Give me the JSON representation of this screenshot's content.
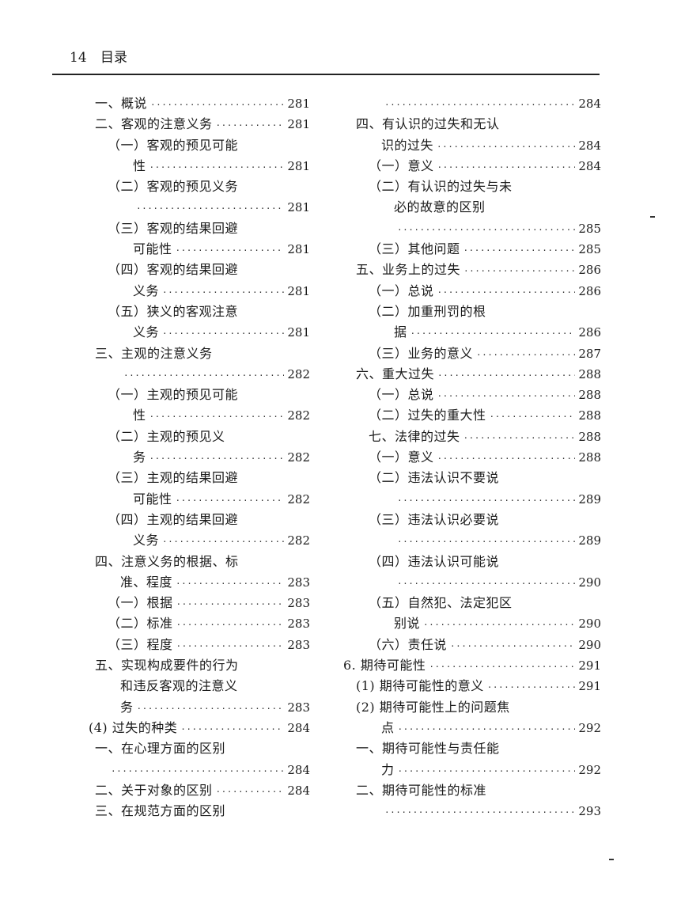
{
  "header": {
    "page_number": "14",
    "title": "目录"
  },
  "left_column": [
    {
      "indent": 0,
      "text": "一、概说",
      "page": "281"
    },
    {
      "indent": 0,
      "text": "二、客观的注意义务",
      "page": "281"
    },
    {
      "indent": 1,
      "text": "（一）客观的预见可能",
      "page": ""
    },
    {
      "indent": 3,
      "text": "性",
      "page": "281"
    },
    {
      "indent": 1,
      "text": "（二）客观的预见义务",
      "page": ""
    },
    {
      "indent": 3,
      "text": "",
      "page": "281"
    },
    {
      "indent": 1,
      "text": "（三）客观的结果回避",
      "page": ""
    },
    {
      "indent": 3,
      "text": "可能性",
      "page": "281"
    },
    {
      "indent": 1,
      "text": "（四）客观的结果回避",
      "page": ""
    },
    {
      "indent": 3,
      "text": "义务",
      "page": "281"
    },
    {
      "indent": 1,
      "text": "（五）狭义的客观注意",
      "page": ""
    },
    {
      "indent": 3,
      "text": "义务",
      "page": "281"
    },
    {
      "indent": 0,
      "text": "三、主观的注意义务",
      "page": ""
    },
    {
      "indent": 2,
      "text": "",
      "page": "282"
    },
    {
      "indent": 1,
      "text": "（一）主观的预见可能",
      "page": ""
    },
    {
      "indent": 3,
      "text": "性",
      "page": "282"
    },
    {
      "indent": 1,
      "text": "（二）主观的预见义",
      "page": ""
    },
    {
      "indent": 3,
      "text": "务",
      "page": "282"
    },
    {
      "indent": 1,
      "text": "（三）主观的结果回避",
      "page": ""
    },
    {
      "indent": 3,
      "text": "可能性",
      "page": "282"
    },
    {
      "indent": 1,
      "text": "（四）主观的结果回避",
      "page": ""
    },
    {
      "indent": 3,
      "text": "义务",
      "page": "282"
    },
    {
      "indent": 0,
      "text": "四、注意义务的根据、标",
      "page": ""
    },
    {
      "indent": 2,
      "text": "准、程度",
      "page": "283"
    },
    {
      "indent": 1,
      "text": "（一）根据",
      "page": "283"
    },
    {
      "indent": 1,
      "text": "（二）标准",
      "page": "283"
    },
    {
      "indent": 1,
      "text": "（三）程度",
      "page": "283"
    },
    {
      "indent": 0,
      "text": "五、实现构成要件的行为",
      "page": ""
    },
    {
      "indent": 2,
      "text": "和违反客观的注意义",
      "page": ""
    },
    {
      "indent": 2,
      "text": "务",
      "page": "283"
    },
    {
      "indent": -1,
      "text": "(4) 过失的种类",
      "page": "284"
    },
    {
      "indent": 0,
      "text": "一、在心理方面的区别",
      "page": ""
    },
    {
      "indent": 1,
      "text": "",
      "page": "284"
    },
    {
      "indent": 0,
      "text": "二、关于对象的区别",
      "page": "284"
    },
    {
      "indent": 0,
      "text": "三、在规范方面的区别",
      "page": ""
    }
  ],
  "right_column": [
    {
      "indent": 3,
      "text": "",
      "page": "284"
    },
    {
      "indent": 1,
      "text": "四、有认识的过失和无认",
      "page": ""
    },
    {
      "indent": 3,
      "text": "识的过失",
      "page": "284"
    },
    {
      "indent": 2,
      "text": "（一）意义",
      "page": "284"
    },
    {
      "indent": 2,
      "text": "（二）有认识的过失与未",
      "page": ""
    },
    {
      "indent": 4,
      "text": "必的故意的区别",
      "page": ""
    },
    {
      "indent": 4,
      "text": "",
      "page": "285"
    },
    {
      "indent": 2,
      "text": "（三）其他问题",
      "page": "285"
    },
    {
      "indent": 1,
      "text": "五、业务上的过失",
      "page": "286"
    },
    {
      "indent": 2,
      "text": "（一）总说",
      "page": "286"
    },
    {
      "indent": 2,
      "text": "（二）加重刑罚的根",
      "page": ""
    },
    {
      "indent": 4,
      "text": "据",
      "page": "286"
    },
    {
      "indent": 2,
      "text": "（三）业务的意义",
      "page": "287"
    },
    {
      "indent": 1,
      "text": "六、重大过失",
      "page": "288"
    },
    {
      "indent": 2,
      "text": "（一）总说",
      "page": "288"
    },
    {
      "indent": 2,
      "text": "（二）过失的重大性",
      "page": "288"
    },
    {
      "indent": 2,
      "text": "七、法律的过失",
      "page": "288"
    },
    {
      "indent": 2,
      "text": "（一）意义",
      "page": "288"
    },
    {
      "indent": 2,
      "text": "（二）违法认识不要说",
      "page": ""
    },
    {
      "indent": 4,
      "text": "",
      "page": "289"
    },
    {
      "indent": 2,
      "text": "（三）违法认识必要说",
      "page": ""
    },
    {
      "indent": 4,
      "text": "",
      "page": "289"
    },
    {
      "indent": 2,
      "text": "（四）违法认识可能说",
      "page": ""
    },
    {
      "indent": 4,
      "text": "",
      "page": "290"
    },
    {
      "indent": 2,
      "text": "（五）自然犯、法定犯区",
      "page": ""
    },
    {
      "indent": 4,
      "text": "别说",
      "page": "290"
    },
    {
      "indent": 2,
      "text": "（六）责任说",
      "page": "290"
    },
    {
      "indent": 0,
      "text": "6. 期待可能性",
      "page": "291"
    },
    {
      "indent": 1,
      "text": "(1) 期待可能性的意义",
      "page": "291"
    },
    {
      "indent": 1,
      "text": "(2) 期待可能性上的问题焦",
      "page": ""
    },
    {
      "indent": 3,
      "text": "点",
      "page": "292"
    },
    {
      "indent": 1,
      "text": "一、期待可能性与责任能",
      "page": ""
    },
    {
      "indent": 3,
      "text": "力",
      "page": "292"
    },
    {
      "indent": 1,
      "text": "二、期待可能性的标准",
      "page": ""
    },
    {
      "indent": 3,
      "text": "",
      "page": "293"
    }
  ]
}
